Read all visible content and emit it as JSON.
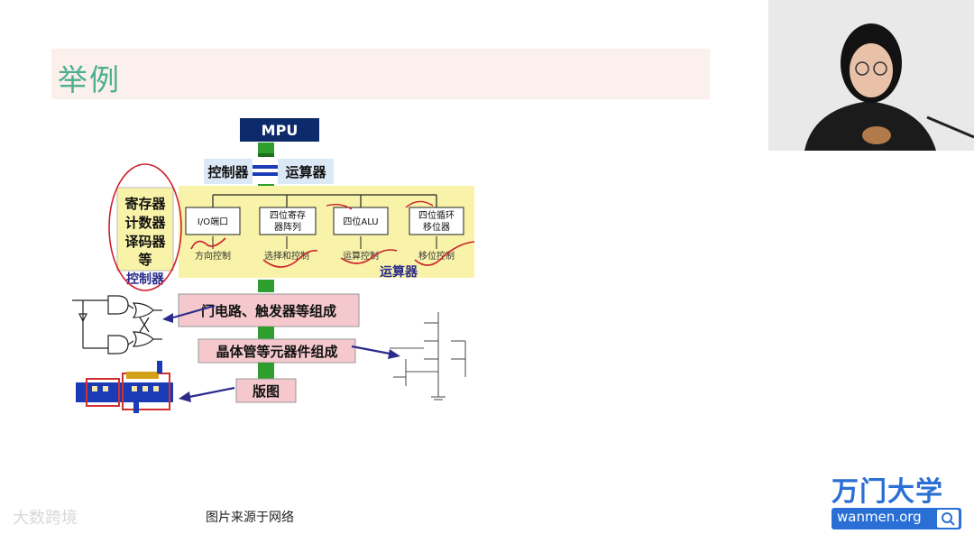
{
  "slide": {
    "title": "举例",
    "caption": "图片来源于网络"
  },
  "diagram": {
    "mpu": "MPU",
    "controller_label": "控制器",
    "alu_label": "运算器",
    "left_box_lines": [
      "寄存器",
      "计数器",
      "译码器",
      "等"
    ],
    "left_box_caption": "控制器",
    "modules": [
      {
        "lines": [
          "I/O端口"
        ],
        "control": "方向控制"
      },
      {
        "lines": [
          "四位寄存",
          "器阵列"
        ],
        "control": "选择和控制"
      },
      {
        "lines": [
          "四位ALU"
        ],
        "control": "运算控制"
      },
      {
        "lines": [
          "四位循环",
          "移位器"
        ],
        "control": "移位控制"
      }
    ],
    "yellow_caption": "运算器",
    "level_gates": "门电路、触发器等组成",
    "level_transistors": "晶体管等元器件组成",
    "level_layout": "版图"
  },
  "branding": {
    "logo_text": "万门大学",
    "url": "wanmen.org",
    "watermark": "大数跨境"
  },
  "colors": {
    "title": "#4caf8f",
    "title_bar": "#fcf0ec",
    "mpu_bg": "#0d2a6b",
    "arrow_green": "#2e9e2e",
    "yellow_bg": "#f8f3a8",
    "pink_box": "#f4c8cc",
    "pen_red": "#cc1f2b",
    "navy_arrow": "#2b2b8c",
    "brand_blue": "#2a6fd6"
  }
}
